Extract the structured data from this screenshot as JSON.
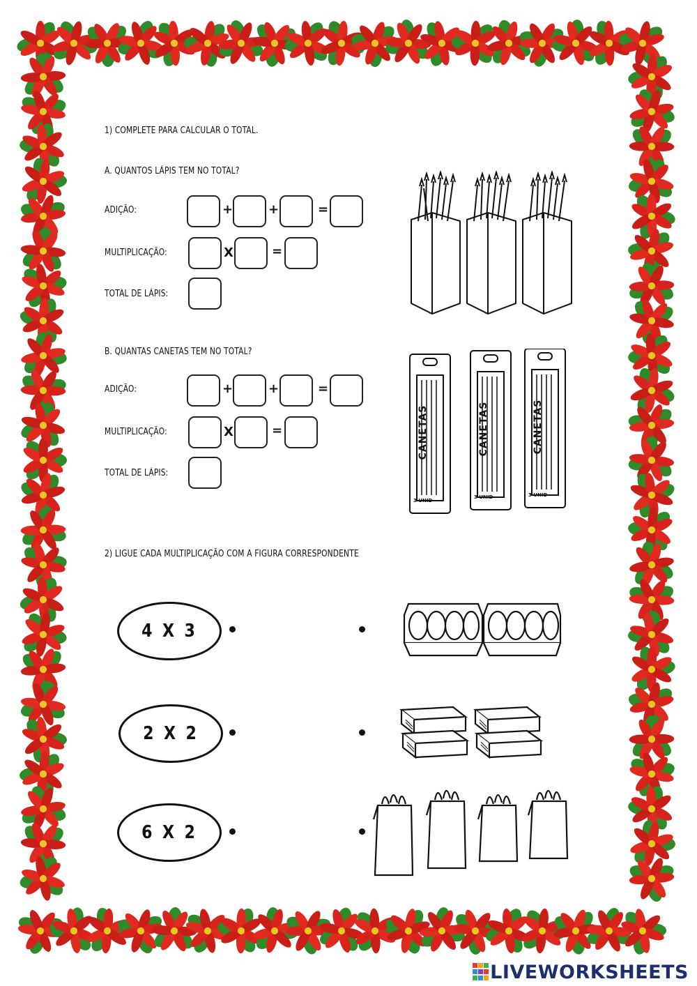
{
  "section1": {
    "title": "1) COMPLETE PARA CALCULAR O TOTAL.",
    "a": {
      "question": "A. QUANTOS LÁPIS TEM NO TOTAL?",
      "addition_label": "ADIÇÃO:",
      "multiplication_label": "MULTIPLICAÇÃO:",
      "total_label": "TOTAL DE LÁPIS:"
    },
    "b": {
      "question": "B. QUANTAS CANETAS TEM NO TOTAL?",
      "addition_label": "ADIÇÃO:",
      "multiplication_label": "MULTIPLICAÇÃO:",
      "total_label": "TOTAL DE LÁPIS:"
    },
    "symbols": {
      "plus": "+",
      "times": "X",
      "equals": "="
    },
    "pen_pack_label": "CANETAS",
    "pen_pack_count": "3 UNID"
  },
  "section2": {
    "title": "2) LIGUE CADA MULTIPLICAÇÃO COM A FIGURA CORRESPONDENTE",
    "items": [
      {
        "expression": "4 X 3",
        "figure": "egg-cartons"
      },
      {
        "expression": "2 X 2",
        "figure": "book-stacks"
      },
      {
        "expression": "6 X 2",
        "figure": "bread-bags"
      }
    ]
  },
  "footer": {
    "brand": "LIVEWORKSHEETS"
  },
  "colors": {
    "poinsettia": "#d8231c",
    "leaf": "#2f8a2a",
    "logo": "#1b2f6e"
  }
}
